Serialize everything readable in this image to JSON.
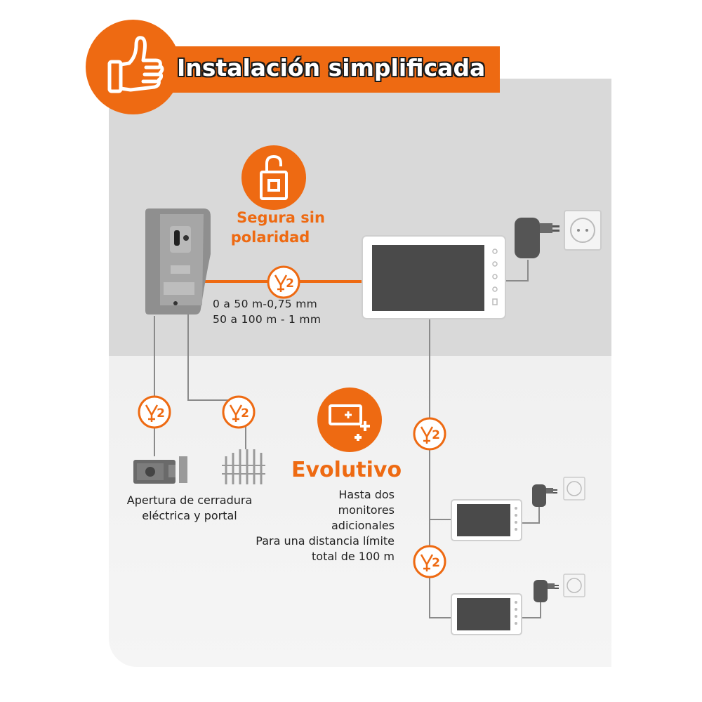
{
  "title": "Instalación simplificada",
  "no_polarity": {
    "line1": "Segura sin",
    "line2": "polaridad"
  },
  "cable_spec": {
    "line1": "0 a 50 m-0,75 mm",
    "line2": "50 a 100 m - 1 mm"
  },
  "wire_badge": "2",
  "evolutive": {
    "title": "Evolutivo",
    "line1": "Hasta dos",
    "line2": "monitores",
    "line3": "adicionales",
    "line4": "Para una distancia límite",
    "line5": "total de 100 m"
  },
  "lock_caption": {
    "line1": "Apertura de cerradura",
    "line2": "eléctrica y portal"
  },
  "colors": {
    "accent": "#ee6a12",
    "panel": "#d9d9d9",
    "wire": "#8a8a8a"
  },
  "icons": [
    "thumbs-up-icon",
    "padlock-icon",
    "monitor-plus-icon",
    "two-wire-icon",
    "door-panel-icon",
    "monitor-icon",
    "power-adapter-icon",
    "wall-socket-icon",
    "electric-lock-icon",
    "gate-icon"
  ]
}
